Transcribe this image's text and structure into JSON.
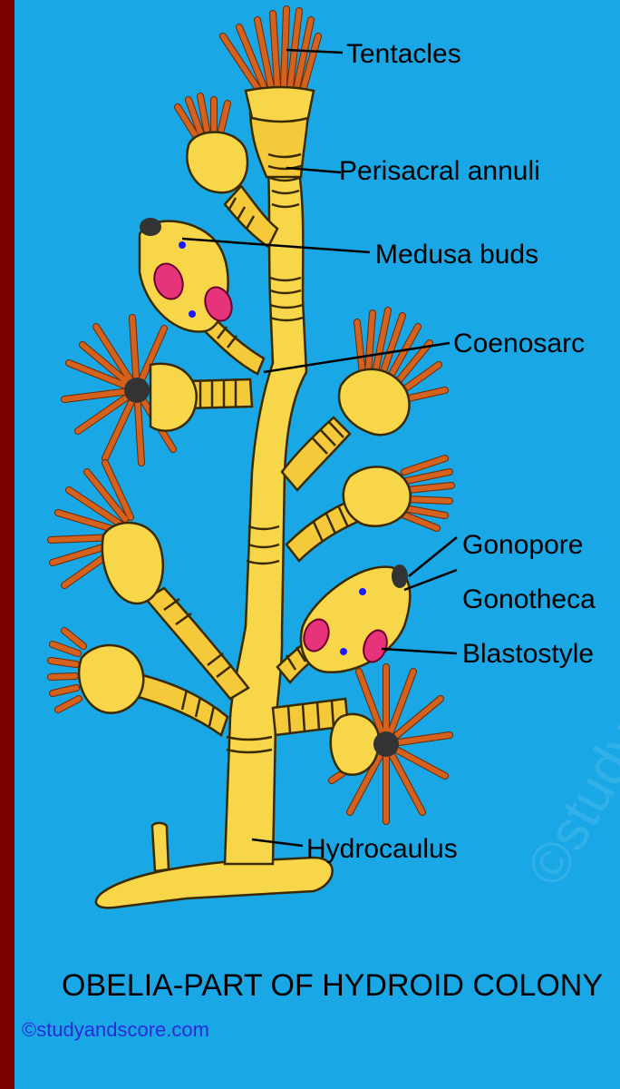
{
  "labels": {
    "tentacles": "Tentacles",
    "perisacral_annuli": "Perisacral annuli",
    "medusa_buds": "Medusa buds",
    "coenosarc": "Coenosarc",
    "gonopore": "Gonopore",
    "gonotheca": "Gonotheca",
    "blastostyle": "Blastostyle",
    "hydrocaulus": "Hydrocaulus"
  },
  "title": "OBELIA-PART OF HYDROID COLONY",
  "credit": "©studyandscore.com",
  "watermark": "©studyandscore.com",
  "colors": {
    "background": "#1aa7e6",
    "border": "#7a0000",
    "colony": "#f7d64a",
    "tentacles": "#d4611e",
    "gonad": "#e6337a"
  }
}
